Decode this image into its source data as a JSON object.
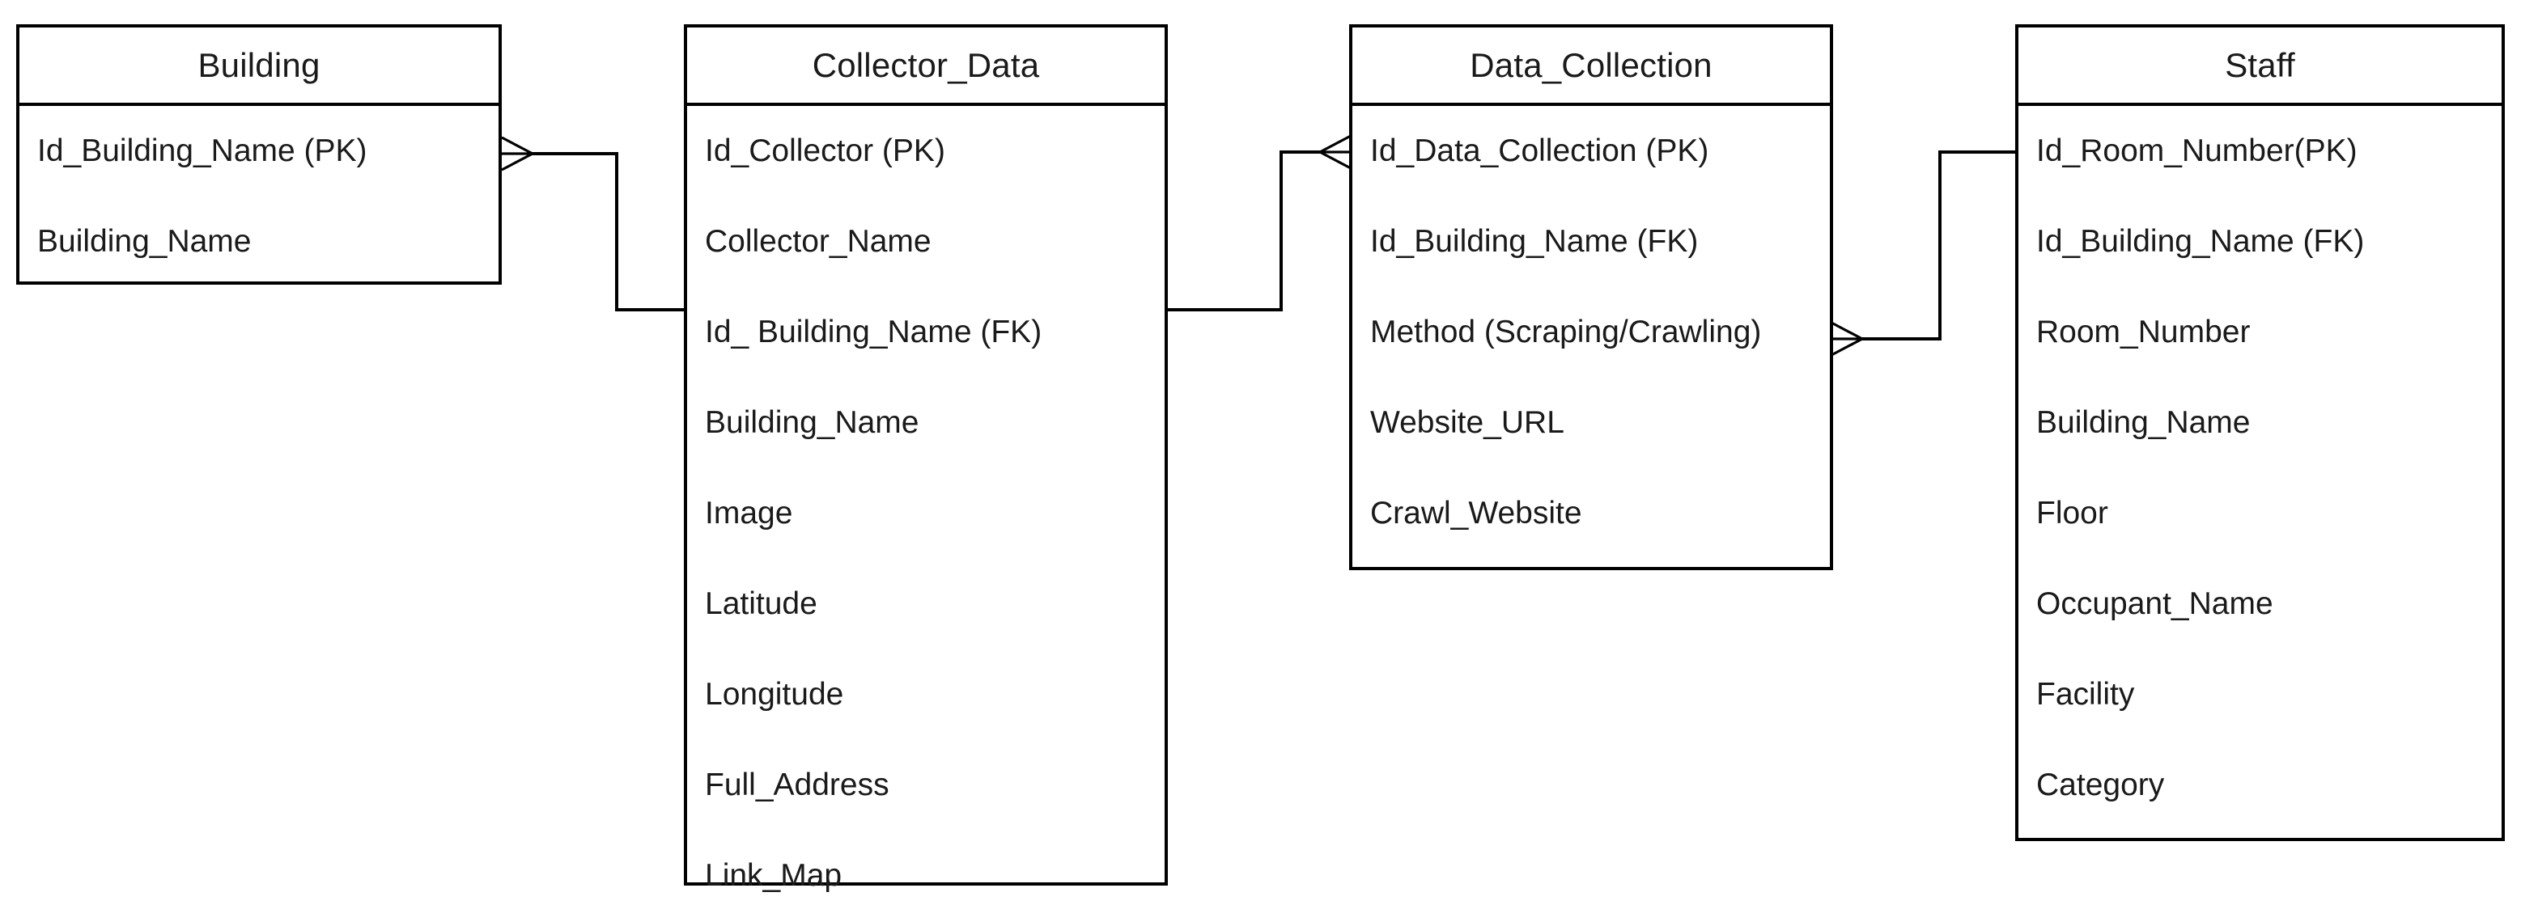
{
  "diagram": {
    "type": "entity-relationship-diagram",
    "notation": "crow's-foot",
    "background_color": "#ffffff",
    "line_color": "#000000",
    "text_color": "#1a1a1a"
  },
  "entities": [
    {
      "id": "building",
      "title": "Building",
      "attributes": [
        {
          "label": "Id_Building_Name (PK)",
          "key": "PK"
        },
        {
          "label": "Building_Name",
          "key": ""
        }
      ]
    },
    {
      "id": "collector_data",
      "title": "Collector_Data",
      "attributes": [
        {
          "label": "Id_Collector (PK)",
          "key": "PK"
        },
        {
          "label": "Collector_Name",
          "key": ""
        },
        {
          "label": "Id_ Building_Name (FK)",
          "key": "FK"
        },
        {
          "label": "Building_Name",
          "key": ""
        },
        {
          "label": "Image",
          "key": ""
        },
        {
          "label": "Latitude",
          "key": ""
        },
        {
          "label": "Longitude",
          "key": ""
        },
        {
          "label": "Full_Address",
          "key": ""
        },
        {
          "label": "Link_Map",
          "key": ""
        }
      ]
    },
    {
      "id": "data_collection",
      "title": "Data_Collection",
      "attributes": [
        {
          "label": "Id_Data_Collection (PK)",
          "key": "PK"
        },
        {
          "label": "Id_Building_Name (FK)",
          "key": "FK"
        },
        {
          "label": "Method (Scraping/Crawling)",
          "key": ""
        },
        {
          "label": "Website_URL",
          "key": ""
        },
        {
          "label": "Crawl_Website",
          "key": ""
        }
      ]
    },
    {
      "id": "staff",
      "title": "Staff",
      "attributes": [
        {
          "label": "Id_Room_Number(PK)",
          "key": "PK"
        },
        {
          "label": "Id_Building_Name (FK)",
          "key": "FK"
        },
        {
          "label": "Room_Number",
          "key": ""
        },
        {
          "label": "Building_Name",
          "key": ""
        },
        {
          "label": "Floor",
          "key": ""
        },
        {
          "label": "Occupant_Name",
          "key": ""
        },
        {
          "label": "Facility",
          "key": ""
        },
        {
          "label": "Category",
          "key": ""
        }
      ]
    }
  ],
  "relationships": [
    {
      "id": "building-to-collector-data",
      "from_entity": "building",
      "from_attribute": "Id_Building_Name (PK)",
      "to_entity": "collector_data",
      "to_attribute": "Id_ Building_Name (FK)",
      "from_marker": "crow-foot",
      "to_marker": "none"
    },
    {
      "id": "collector-data-to-data-collection",
      "from_entity": "collector_data",
      "from_attribute": "Id_ Building_Name (FK)",
      "to_entity": "data_collection",
      "to_attribute": "Id_Data_Collection (PK)",
      "from_marker": "none",
      "to_marker": "crow-foot"
    },
    {
      "id": "data-collection-to-staff",
      "from_entity": "data_collection",
      "from_attribute": "Method (Scraping/Crawling)",
      "to_entity": "staff",
      "to_attribute": "Id_Room_Number(PK)",
      "from_marker": "crow-foot",
      "to_marker": "none"
    }
  ]
}
